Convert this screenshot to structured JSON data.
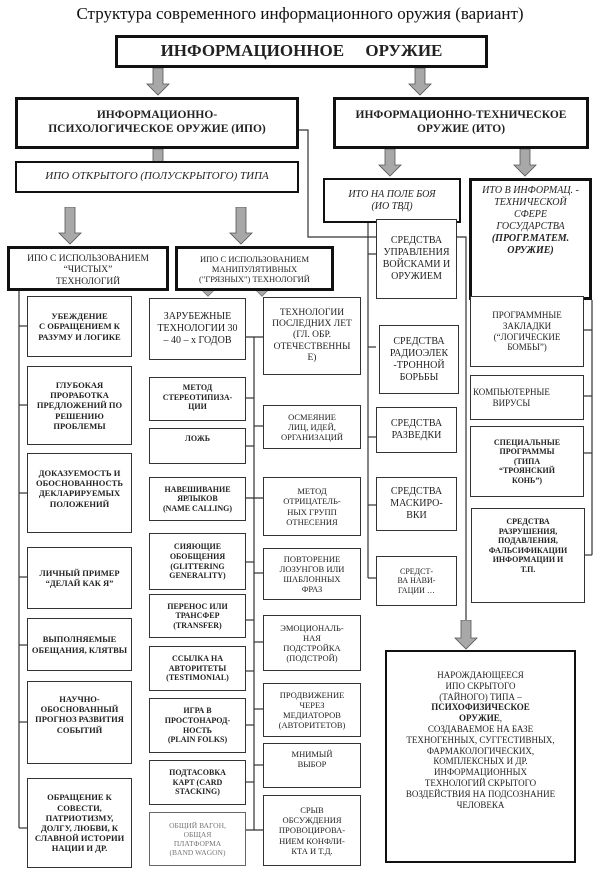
{
  "title": "Структура современного информационного оружия (вариант)",
  "main": "ИНФОРМАЦИОННОЕ     ОРУЖИЕ",
  "ipo": "ИНФОРМАЦИОННО-\nПСИХОЛОГИЧЕСКОЕ ОРУЖИЕ   (ИПО)",
  "ito": "ИНФОРМАЦИОННО-ТЕХНИЧЕСКОЕ\nОРУЖИЕ   (ИТО)",
  "ipo_open": "ИПО ОТКРЫТОГО (ПОЛУСКРЫТОГО) ТИПА",
  "ito_battle": "ИТО НА ПОЛЕ БОЯ\n(ИО ТВД)",
  "ito_info": "ИТО В ИНФОРМАЦ. -\nТЕХНИЧЕСКОЙ\nСФЕРЕ\nГОСУДАРСТВА",
  "ito_info_bold": "(ПРОГР.МАТЕМ.\nОРУЖИЕ)",
  "clean": "ИПО С ИСПОЛЬЗОВАНИЕМ\n“ЧИСТЫХ”\nТЕХНОЛОГИЙ",
  "dirty": "ИПО С ИСПОЛЬЗОВАНИЕМ\nМАНИПУЛЯТИВНЫХ\n(\"ГРЯЗНЫХ\")  ТЕХНОЛОГИЙ",
  "clean_items": [
    "УБЕЖДЕНИЕ\nС ОБРАЩЕНИЕМ К\nРАЗУМУ И ЛОГИКЕ",
    "ГЛУБОКАЯ\nПРОРАБОТКА\nПРЕДЛОЖЕНИЙ ПО\nРЕШЕНИЮ\nПРОБЛЕМЫ",
    "ДОКАЗУЕМОСТЬ И\nОБОСНОВАННОСТЬ\nДЕКЛАРИРУЕМЫХ\nПОЛОЖЕНИЙ",
    "ЛИЧНЫЙ ПРИМЕР\n“ДЕЛАЙ КАК  Я”",
    "ВЫПОЛНЯЕМЫЕ\nОБЕЩАНИЯ, КЛЯТВЫ",
    "НАУЧНО-\nОБОСНОВАННЫЙ\nПРОГНОЗ РАЗВИТИЯ\nСОБЫТИЙ",
    "ОБРАЩЕНИЕ К\nСОВЕСТИ,\nПАТРИОТИЗМУ,\nДОЛГУ, ЛЮБВИ,  К\nСЛАВНОЙ ИСТОРИИ\nНАЦИИ И ДР."
  ],
  "foreign_items": [
    "ЗАРУБЕЖНЫЕ\nТЕХНОЛОГИИ 30\n– 40 – х ГОДОВ",
    "МЕТОД\nСТЕРЕОТИПИЗА-\nЦИИ",
    "ЛОЖЬ",
    "НАВЕШИВАНИЕ\nЯРЛЫКОВ\n(NAME CALLING)",
    "СИЯЮЩИЕ\nОБОБЩЕНИЯ\n(GLITTERING\nGENERALITY)",
    "ПЕРЕНОС ИЛИ\nТРАНСФЕР\n(TRANSFER)",
    "ССЫЛКА НА\nАВТОРИТЕТЫ\n(TESTIMONIAL)",
    "ИГРА В\nПРОСТОНАРОД-\nНОСТЬ\n(PLAIN FOLKS)",
    "ПОДТАСОВКА\nКАРТ (CARD\nSTACKING)",
    "ОБЩИЙ ВАГОН,\nОБЩАЯ\nПЛАТФОРМА\n(BAND WAGON)"
  ],
  "domestic_items": [
    "ТЕХНОЛОГИИ\nПОСЛЕДНИХ ЛЕТ\n(ГЛ. ОБР.\nОТЕЧЕСТВЕННЫ\nЕ)",
    "ОСМЕЯНИЕ\nЛИЦ, ИДЕЙ,\nОРГАНИЗАЦИЙ",
    "МЕТОД\nОТРИЦАТЕЛЬ-\nНЫХ ГРУПП\nОТНЕСЕНИЯ",
    "ПОВТОРЕНИЕ\nЛОЗУНГОВ ИЛИ\nШАБЛОННЫХ\nФРАЗ",
    "ЭМОЦИОНАЛЬ-\nНАЯ\nПОДСТРОЙКА\n(ПОДСТРОЙ)",
    "ПРОДВИЖЕНИЕ\nЧЕРЕЗ\nМЕДИАТОРОВ\n(АВТОРИТЕТОВ)",
    "МНИМЫЙ\nВЫБОР",
    "СРЫВ\nОБСУЖДЕНИЯ\nПРОВОЦИРОВА-\nНИЕМ КОНФЛИ-\nКТА И Т.Д."
  ],
  "battle_items": [
    "СРЕДСТВА\nУПРАВЛЕНИЯ\nВОЙСКАМИ И\nОРУЖИЕМ",
    "СРЕДСТВА\nРАДИОЭЛЕК\n-ТРОННОЙ\nБОРЬБЫ",
    "СРЕДСТВА\nРАЗВЕДКИ",
    "СРЕДСТВА\nМАСКИРО-\nВКИ",
    "СРЕДСТ-\nВА НАВИ-\nГАЦИИ …"
  ],
  "info_items": [
    "ПРОГРАММНЫЕ\nЗАКЛАДКИ\n(“ЛОГИЧЕСКИЕ\nБОМБЫ”)",
    "КОМПЬЮТЕРНЫЕ\nВИРУСЫ",
    "СПЕЦИАЛЬНЫЕ\nПРОГРАММЫ\n(ТИПА\n“ТРОЯНСКИЙ\nКОНЬ”)",
    "СРЕДСТВА\nРАЗРУШЕНИЯ,\nПОДАВЛЕНИЯ,\nФАЛЬСИФИКАЦИИ\nИНФОРМАЦИИ И\nТ.П."
  ],
  "hidden": {
    "pre": "НАРОЖДАЮЩЕЕСЯ\nИПО СКРЫТОГО\n(ТАЙНОГО) ТИПА –",
    "bold": "ПСИХОФИЗИЧЕСКОЕ\nОРУЖИЕ",
    "post": ",\nСОЗДАВАЕМОЕ  НА БАЗЕ\nТЕХНОГЕННЫХ, СУГГЕСТИВНЫХ,\nФАРМАКОЛОГИЧЕСКИХ,\nКОМПЛЕКСНЫХ И ДР.\nИНФОРМАЦИОННЫХ\nТЕХНОЛОГИЙ СКРЫТОГО\nВОЗДЕЙСТВИЯ НА ПОДСОЗНАНИЕ\nЧЕЛОВЕКА"
  },
  "colors": {
    "arrow": "#a8a8a8",
    "line": "#333333"
  }
}
